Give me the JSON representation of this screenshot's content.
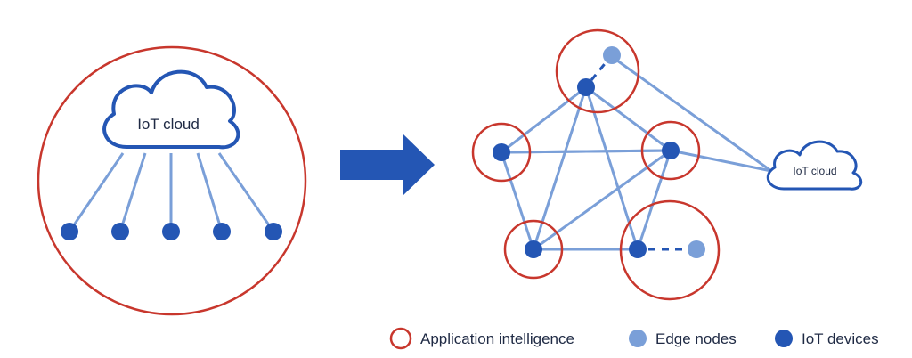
{
  "diagram": {
    "left_cloud_label": "IoT cloud",
    "right_cloud_label": "IoT cloud"
  },
  "legend": {
    "application_intelligence": "Application intelligence",
    "edge_nodes": "Edge nodes",
    "iot_devices": "IoT devices"
  },
  "colors": {
    "ring_red": "#c8372d",
    "device_blue": "#2456b4",
    "edge_node_blue": "#7a9fd8",
    "link_blue": "#7a9fd8",
    "arrow_blue": "#2456b4"
  }
}
